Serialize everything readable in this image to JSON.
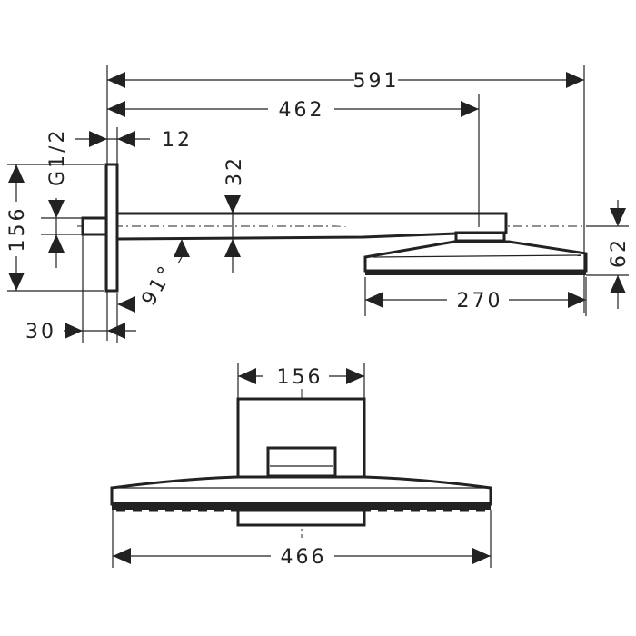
{
  "side_view": {
    "overall_length": "591",
    "arm_length": "462",
    "plate_thickness": "12",
    "thread": "G1/2",
    "plate_height": "156",
    "arm_height": "32",
    "angle": "91°",
    "nipple_length": "30",
    "head_depth": "270",
    "drop_height": "62"
  },
  "front_view": {
    "plate_width": "156",
    "head_width": "466"
  },
  "colors": {
    "line": "#222222",
    "background": "#ffffff"
  }
}
